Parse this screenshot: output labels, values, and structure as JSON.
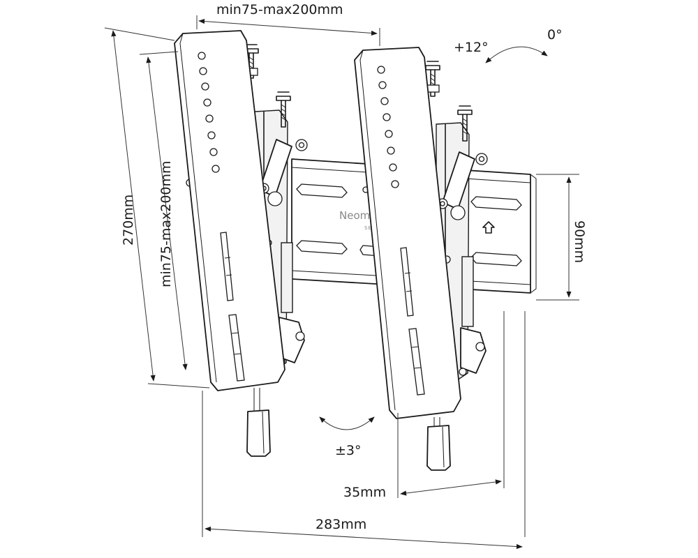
{
  "dimensions": {
    "top_width": "min75-max200mm",
    "height_outer": "270mm",
    "height_inner": "min75-max200mm",
    "rail_height": "90mm",
    "depth_min": "35mm",
    "depth_max": "283mm"
  },
  "tilt": {
    "forward": "+12°",
    "neutral": "0°",
    "level_adjust": "±3°"
  },
  "brand": {
    "name": "Neom",
    "sub": "SELE"
  }
}
